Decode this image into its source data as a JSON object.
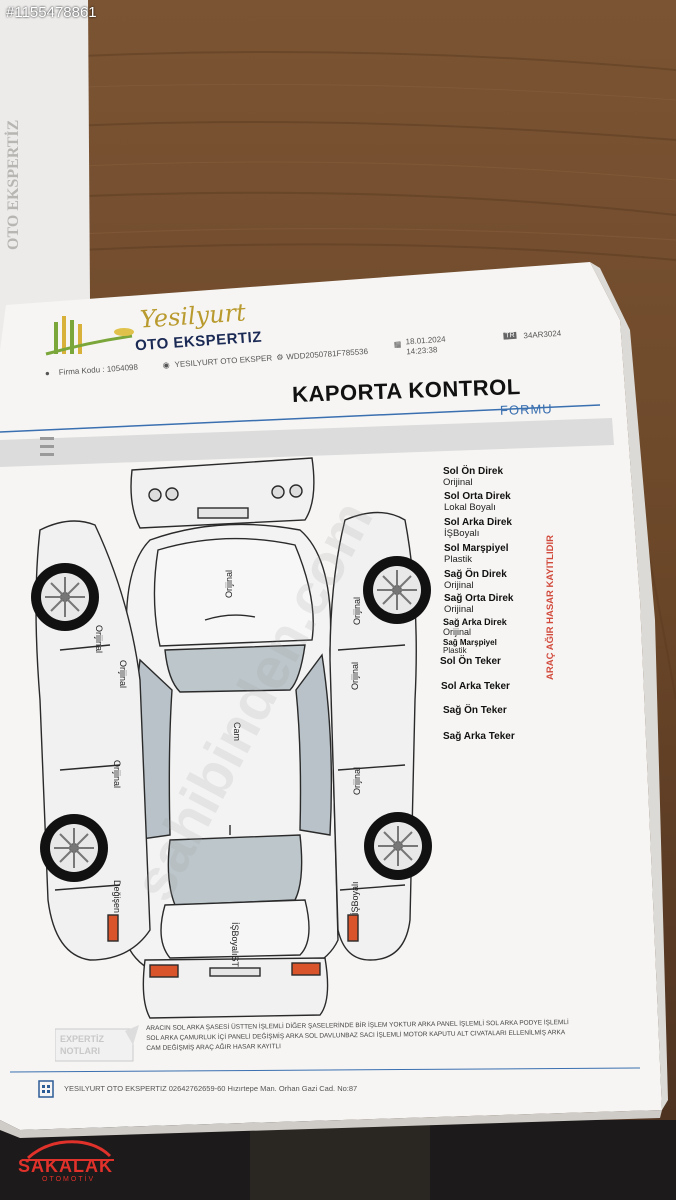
{
  "listing_id": "#1155478861",
  "company": {
    "logo_name": "Yesilyurt",
    "logo_sub": "OTO EKSPERTIZ"
  },
  "meta": {
    "firma_kodu": "Firma Kodu : 1054098",
    "office": "YESILYURT OTO EKSPER",
    "vin": "WDD2050781F785536",
    "date": "18.01.2024",
    "time": "14:23:38",
    "plate": "34AR3024"
  },
  "form": {
    "title": "KAPORTA KONTROL",
    "subtitle": "FORMU"
  },
  "parts": [
    {
      "name": "Sol Ön Direk",
      "status": "Orijinal"
    },
    {
      "name": "Sol Orta Direk",
      "status": "Lokal Boyalı"
    },
    {
      "name": "Sol Arka Direk",
      "status": "İŞBoyalı"
    },
    {
      "name": "Sol Marşpiyel",
      "status": "Plastik"
    },
    {
      "name": "Sağ Ön Direk",
      "status": "Orijinal"
    },
    {
      "name": "Sağ Orta Direk",
      "status": "Orijinal"
    },
    {
      "name": "Sağ Arka Direk",
      "status": "Orijinal"
    },
    {
      "name": "Sağ Marşpiyel",
      "status": "Plastik"
    }
  ],
  "wheels": [
    "Sol Ön Teker",
    "Sol Arka Teker",
    "Sağ Ön Teker",
    "Sağ Arka Teker"
  ],
  "side_note": "ARAÇ AĞIR HASAR KAYITLIDIR",
  "diagram_labels": {
    "hood": "Orijinal",
    "left_front_fender": "Orijinal",
    "left_front_door": "Orijinal",
    "left_rear_door": "Orijinal",
    "left_rear_fender": "Değişen",
    "roof": "Cam",
    "right_front_fender": "Orijinal",
    "right_front_door": "Orijinal",
    "right_rear_door": "Orijinal",
    "right_rear_fender": "İŞBoyalı",
    "trunk": "İŞBoyalıST"
  },
  "notes": {
    "label_top": "EXPERTİZ",
    "label_bottom": "NOTLARI",
    "text_line1": "ARACIN SOL ARKA ŞASESİ ÜSTTEN İŞLEMLİ DİĞER ŞASELERİNDE BİR İŞLEM YOKTUR ARKA PANEL İŞLEMLİ SOL ARKA PODYE İŞLEMLİ",
    "text_line2": "SOL ARKA ÇAMURLUK İÇİ PANELİ DEĞİŞMİŞ ARKA SOL DAVLUNBAZ SACI İŞLEMLİ MOTOR KAPUTU ALT CIVATALARI ELLENİLMİŞ ARKA",
    "text_line3": "CAM DEĞİŞMİŞ ARAÇ AĞIR HASAR KAYITLI"
  },
  "footer": "YESILYURT OTO EKSPERTIZ 02642762659-60 Hızırtepe Man. Orhan Gazi Cad. No:87",
  "watermark": {
    "brand": "SAKALAK",
    "sub": "OTOMOTİV"
  },
  "background_watermark": "sahibinden.com"
}
